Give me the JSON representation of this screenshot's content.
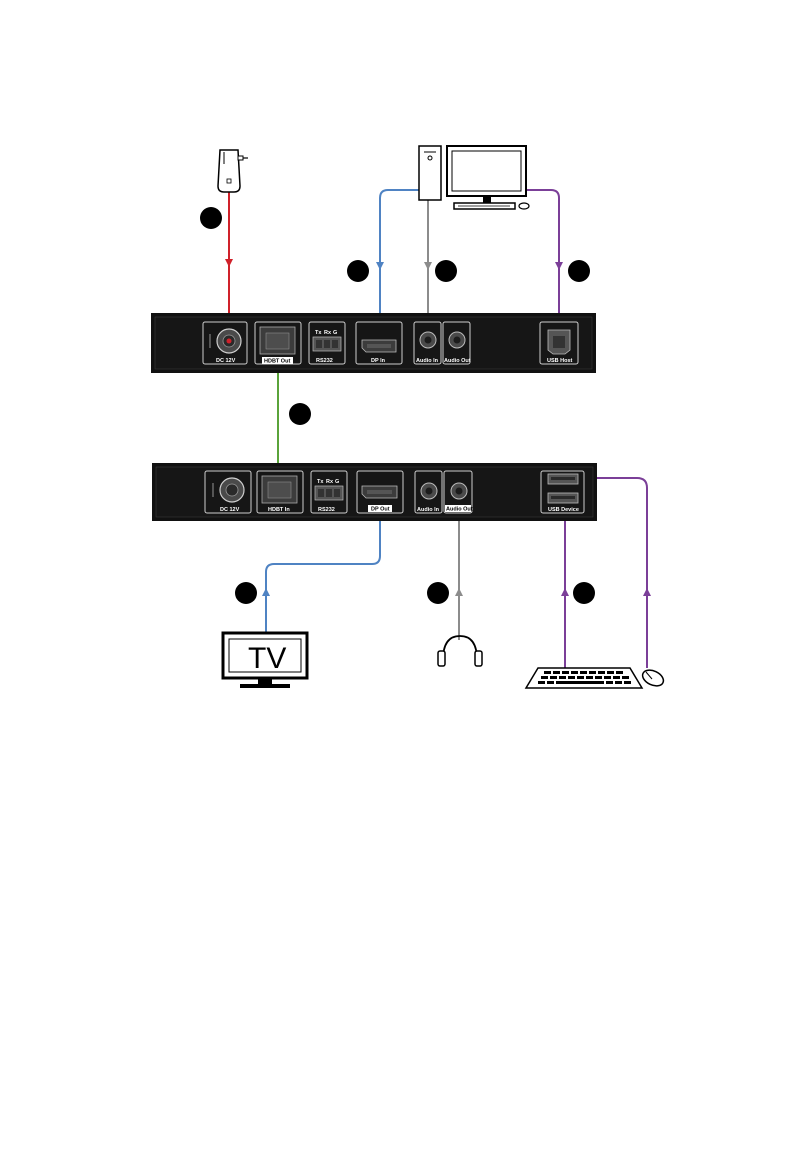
{
  "transmitter": {
    "dc_label": "DC 12V",
    "hdbt_label": "HDBT Out",
    "rs232_label": "RS232",
    "rs232_pins": [
      "Tx",
      "Rx",
      "G"
    ],
    "dp_label": "DP In",
    "audio_in_label": "Audio In",
    "audio_out_label": "Audio Out",
    "usb_label": "USB Host"
  },
  "receiver": {
    "dc_label": "DC 12V",
    "hdbt_label": "HDBT In",
    "rs232_label": "RS232",
    "rs232_pins": [
      "Tx",
      "Rx",
      "G"
    ],
    "dp_label": "DP Out",
    "audio_in_label": "Audio In",
    "audio_out_label": "Audio Out",
    "usb_label": "USB Device"
  },
  "tv_label": "TV",
  "colors": {
    "power_cable": "#d0212a",
    "hdbt_cable": "#5aa33a",
    "dp_cable": "#4f83c3",
    "audio_cable": "#8c8c8c",
    "usb_cable": "#7b3f98",
    "panel": "#111111",
    "marker": "#000000"
  }
}
